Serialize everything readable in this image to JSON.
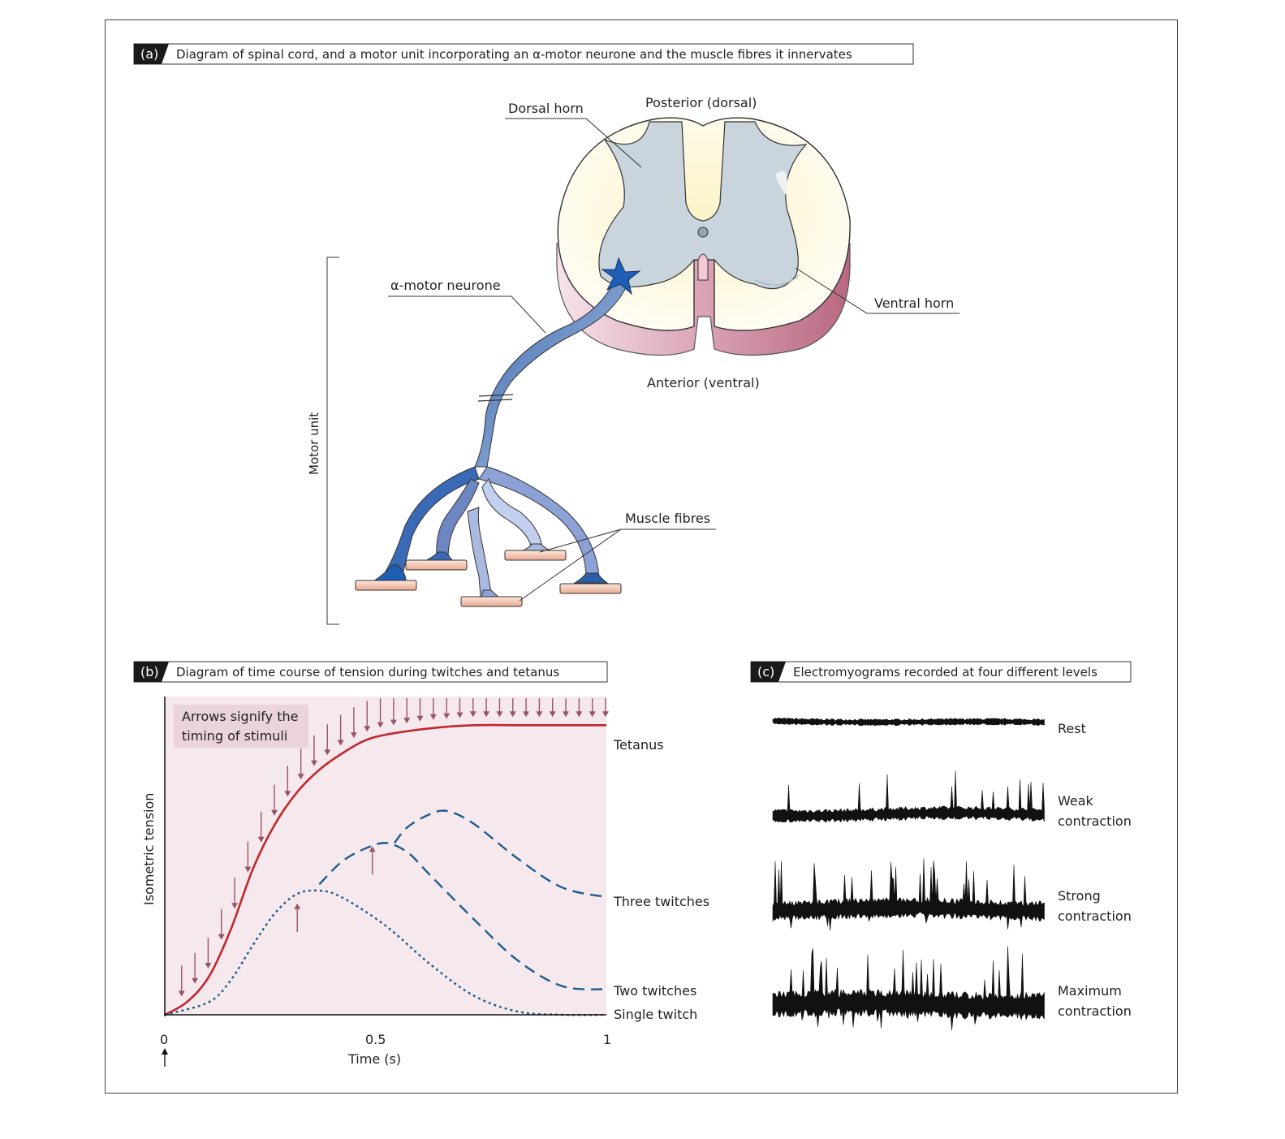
{
  "panel_a": {
    "tag": "(a)",
    "title": "Diagram of spinal cord, and a motor unit incorporating an α-motor neurone and the muscle fibres it innervates",
    "labels": {
      "posterior": "Posterior (dorsal)",
      "dorsal_horn": "Dorsal horn",
      "ventral_horn": "Ventral horn",
      "anterior": "Anterior (ventral)",
      "alpha_motor": "α-motor neurone",
      "motor_unit": "Motor unit",
      "muscle_fibres": "Muscle fibres"
    }
  },
  "panel_b": {
    "tag": "(b)",
    "title": "Diagram of time course of tension during twitches and tetanus",
    "note_line1": "Arrows signify the",
    "note_line2": "timing of stimuli"
  },
  "panel_c": {
    "tag": "(c)",
    "title": "Electromyograms recorded at four different levels",
    "traces": [
      {
        "line1": "Rest",
        "line2": "",
        "level": 0
      },
      {
        "line1": "Weak",
        "line2": "contraction",
        "level": 1
      },
      {
        "line1": "Strong",
        "line2": "contraction",
        "level": 2
      },
      {
        "line1": "Maximum",
        "line2": "contraction",
        "level": 3
      }
    ]
  },
  "chart_data": {
    "type": "line",
    "title": "Diagram of time course of tension during twitches and tetanus",
    "xlabel": "Time (s)",
    "ylabel": "Isometric tension",
    "xlim": [
      0,
      1
    ],
    "ylim": [
      0,
      1
    ],
    "x_ticks": [
      "0",
      "0.5",
      "1"
    ],
    "y_ticks": [],
    "grid": false,
    "series": [
      {
        "name": "Tetanus",
        "style": "solid",
        "color": "#c0272d",
        "x": [
          0,
          0.05,
          0.1,
          0.15,
          0.2,
          0.25,
          0.3,
          0.35,
          0.4,
          0.45,
          0.5,
          0.6,
          0.7,
          0.8,
          0.9,
          1.0
        ],
        "y": [
          0,
          0.04,
          0.12,
          0.27,
          0.46,
          0.6,
          0.7,
          0.77,
          0.82,
          0.86,
          0.88,
          0.9,
          0.91,
          0.91,
          0.91,
          0.91
        ]
      },
      {
        "name": "Three twitches",
        "style": "dashed",
        "color": "#1f5a8a",
        "x": [
          0.52,
          0.55,
          0.6,
          0.64,
          0.7,
          0.8,
          0.9,
          1.0
        ],
        "y": [
          0.54,
          0.59,
          0.63,
          0.64,
          0.6,
          0.49,
          0.4,
          0.37
        ]
      },
      {
        "name": "Two twitches",
        "style": "dashed",
        "color": "#1f5a8a",
        "x": [
          0.35,
          0.4,
          0.45,
          0.5,
          0.55,
          0.6,
          0.7,
          0.8,
          0.9,
          1.0
        ],
        "y": [
          0.41,
          0.48,
          0.52,
          0.54,
          0.51,
          0.44,
          0.3,
          0.17,
          0.09,
          0.08
        ]
      },
      {
        "name": "Single twitch",
        "style": "dotted",
        "color": "#1f5a8a",
        "x": [
          0,
          0.1,
          0.15,
          0.2,
          0.25,
          0.3,
          0.35,
          0.4,
          0.5,
          0.6,
          0.7,
          0.8,
          0.9,
          1.0
        ],
        "y": [
          0,
          0.04,
          0.11,
          0.22,
          0.32,
          0.38,
          0.39,
          0.37,
          0.28,
          0.16,
          0.06,
          0.01,
          0.0,
          0.0
        ]
      }
    ],
    "stimulus_arrows": {
      "single_twitch": [
        0.3
      ],
      "two_twitches": [
        0.47
      ],
      "tetanus": [
        0.04,
        0.07,
        0.1,
        0.13,
        0.16,
        0.19,
        0.22,
        0.25,
        0.28,
        0.31,
        0.34,
        0.37,
        0.4,
        0.43,
        0.46,
        0.49,
        0.52,
        0.55,
        0.58,
        0.61,
        0.64,
        0.67,
        0.7,
        0.73,
        0.76,
        0.79,
        0.82,
        0.85,
        0.88,
        0.91,
        0.94,
        0.97,
        1.0
      ]
    }
  },
  "colors": {
    "plot_bg": "#f5e9ee",
    "tetanus": "#c0272d",
    "twitch": "#1f5a8a",
    "arrow": "#9a5467",
    "grey_matter": "#c9d4dc",
    "white_matter": "#fdf8e4",
    "cord_edge": "#d9a3b5",
    "neurone": "#6e86c2",
    "fibre": "#f2c4b0"
  }
}
